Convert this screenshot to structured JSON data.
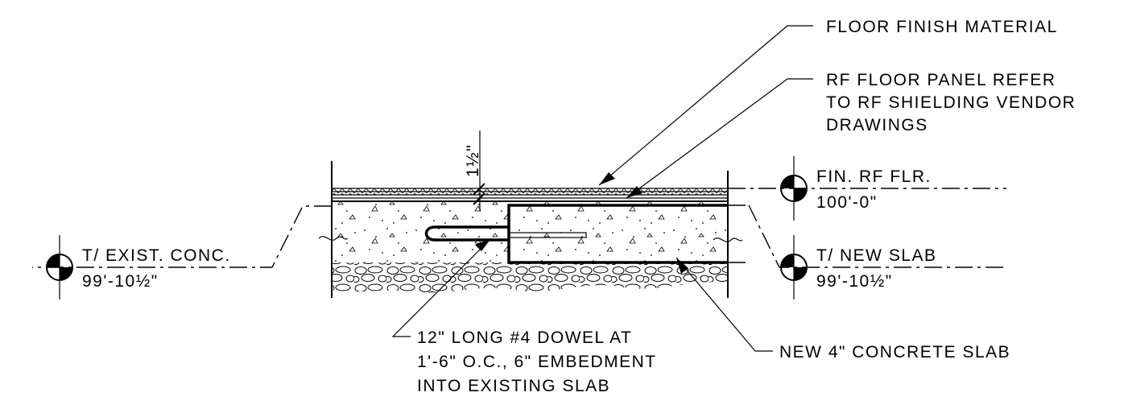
{
  "notes": {
    "floor_finish": "FLOOR FINISH MATERIAL",
    "rf_panel": [
      "RF FLOOR PANEL REFER",
      "TO RF SHIELDING VENDOR",
      "DRAWINGS"
    ],
    "dowel": [
      "12\" LONG #4 DOWEL AT",
      "1'-6\" O.C., 6\" EMBEDMENT",
      "INTO EXISTING SLAB"
    ],
    "new_slab": "NEW 4\" CONCRETE SLAB"
  },
  "elevations": {
    "fin_rf_flr": {
      "label": "FIN. RF FLR.",
      "value": "100'-0\""
    },
    "t_new_slab": {
      "label": "T/ NEW SLAB",
      "value": "99'-10½\""
    },
    "t_exist_conc": {
      "label": "T/ EXIST. CONC.",
      "value": "99'-10½\""
    }
  },
  "dimension": {
    "value": "1½\""
  },
  "colors": {
    "ink": "#000000",
    "paper": "#ffffff"
  }
}
